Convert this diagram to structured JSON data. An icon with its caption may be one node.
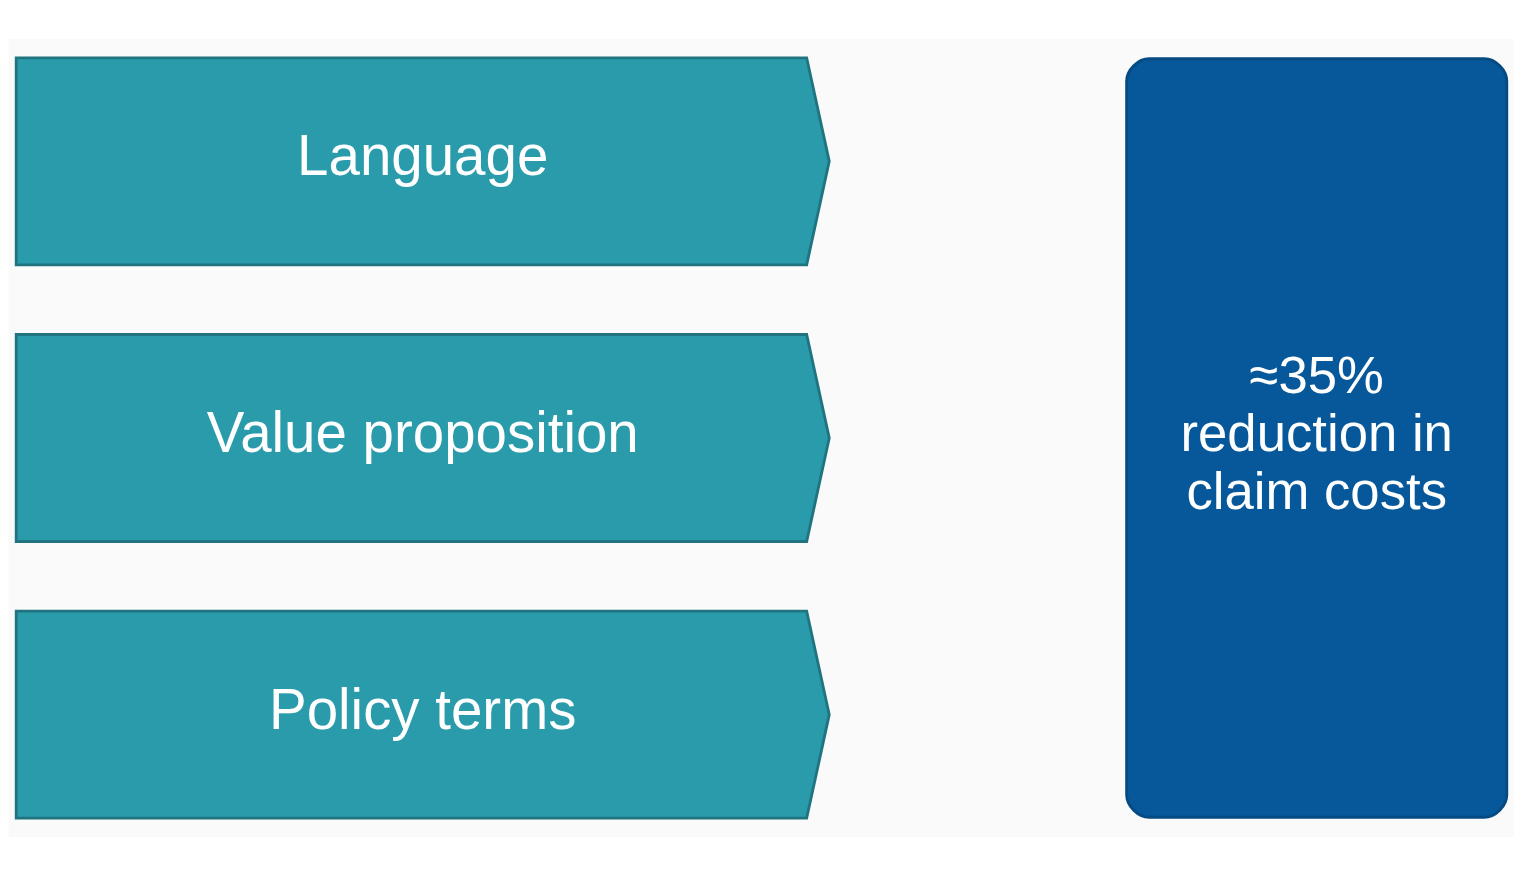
{
  "diagram": {
    "nodes": [
      {
        "text": [
          "Language"
        ]
      },
      {
        "text": [
          "Value proposition"
        ]
      },
      {
        "text": [
          "Policy terms"
        ]
      },
      {
        "text": [
          "≈35% reduction in claim costs"
        ]
      }
    ]
  }
}
